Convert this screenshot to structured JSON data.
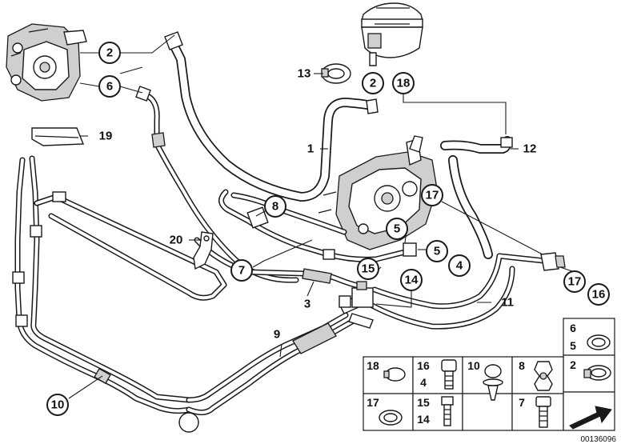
{
  "callouts": {
    "c2a": "2",
    "c6": "6",
    "c13": "13",
    "c2b": "2",
    "c18": "18",
    "c8": "8",
    "c17a": "17",
    "c5a": "5",
    "c5b": "5",
    "c4": "4",
    "c15": "15",
    "c14": "14",
    "c7": "7",
    "c17b": "17",
    "c16": "16",
    "c10": "10"
  },
  "labels": {
    "l19": "19",
    "l1": "1",
    "l12": "12",
    "l20": "20",
    "l3": "3",
    "l11": "11",
    "l9": "9"
  },
  "legend": {
    "cells": [
      {
        "id": "legend-cell-18",
        "top": "18",
        "bottom": ""
      },
      {
        "id": "legend-cell-16-4",
        "top": "16",
        "bottom": "4"
      },
      {
        "id": "legend-cell-10",
        "top": "10",
        "bottom": ""
      },
      {
        "id": "legend-cell-8",
        "top": "8",
        "bottom": ""
      },
      {
        "id": "legend-cell-6-5",
        "top": "6",
        "bottom": "5"
      },
      {
        "id": "legend-cell-2",
        "top": "2",
        "bottom": ""
      },
      {
        "id": "legend-cell-17",
        "top": "17",
        "bottom": ""
      },
      {
        "id": "legend-cell-15-14",
        "top": "15",
        "bottom": "14"
      },
      {
        "id": "legend-cell-7",
        "top": "7",
        "bottom": ""
      }
    ]
  },
  "reference_number": "00136096",
  "icons": [
    "pump-icon",
    "reservoir-icon",
    "steering-gear-icon",
    "clip-icon",
    "arrow-icon"
  ]
}
